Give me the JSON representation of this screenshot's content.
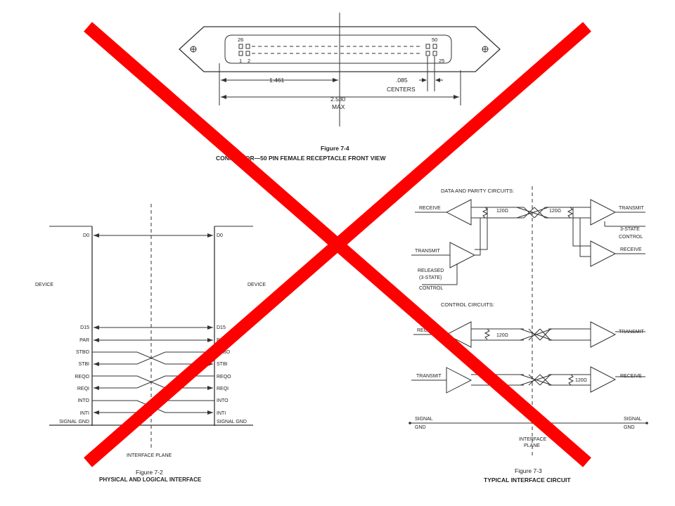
{
  "connector": {
    "pin_top_left": "26",
    "pin_top_right": "50",
    "pin_bottom_left_1": "1",
    "pin_bottom_left_2": "2",
    "pin_bottom_right": "25",
    "dim_1461": "1.461",
    "dim_085": ".085",
    "dim_centers": "CENTERS",
    "dim_2530": "2.530",
    "dim_max": "MAX",
    "fig_num": "Figure 7-4",
    "fig_title": "CONNECTOR—50 PIN FEMALE RECEPTACLE FRONT VIEW"
  },
  "interface": {
    "device_left": "DEVICE",
    "device_right": "DEVICE",
    "signals_left": [
      "D0",
      "D15",
      "PAR",
      "STBO",
      "STBI",
      "REQO",
      "REQI",
      "INTO",
      "INTI",
      "SIGNAL GND"
    ],
    "signals_right": [
      "D0",
      "D15",
      "PAR",
      "STBO",
      "STBI",
      "REQO",
      "REQI",
      "INTO",
      "INTI",
      "SIGNAL GND"
    ],
    "plane_label": "INTERFACE PLANE",
    "fig_num": "Figure 7-2",
    "fig_title": "PHYSICAL AND LOGICAL INTERFACE"
  },
  "circuit": {
    "data_heading": "DATA AND PARITY CIRCUITS:",
    "control_heading": "CONTROL CIRCUITS:",
    "receive": "RECEIVE",
    "transmit": "TRANSMIT",
    "resistor": "120Ω",
    "state_control_1": "3-STATE",
    "state_control_2": "CONTROL",
    "released_1": "RELEASED",
    "released_2": "(3-STATE)",
    "released_3": "CONTROL",
    "signal": "SIGNAL",
    "gnd": "GND",
    "plane_1": "INTERFACE",
    "plane_2": "PLANE",
    "fig_num": "Figure 7-3",
    "fig_title": "TYPICAL INTERFACE CIRCUIT"
  },
  "overlay": {
    "cross_color": "#ff0000"
  }
}
